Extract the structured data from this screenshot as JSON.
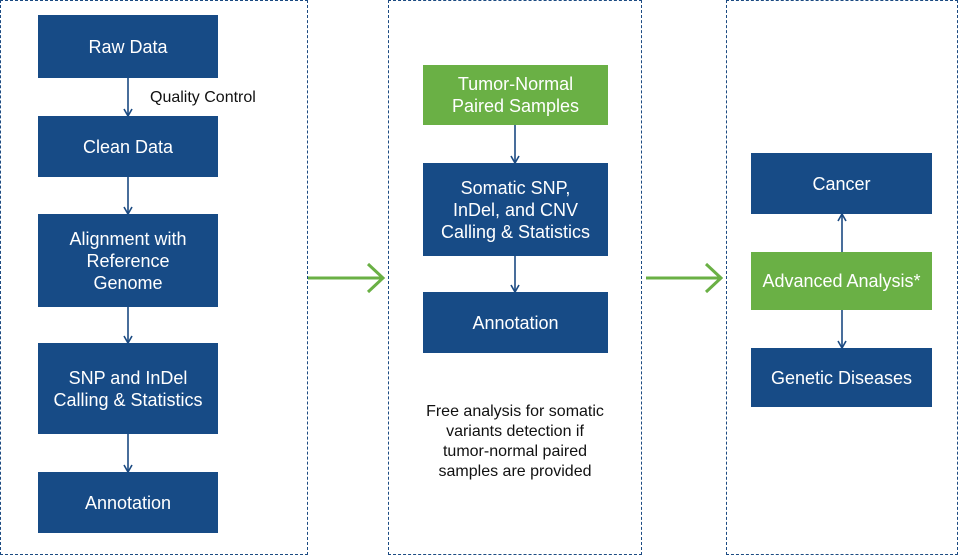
{
  "panel1": {
    "raw_data": "Raw Data",
    "quality_control": "Quality Control",
    "clean_data": "Clean Data",
    "alignment": "Alignment with\nReference\nGenome",
    "snp_indel": "SNP and InDel\nCalling & Statistics",
    "annotation": "Annotation"
  },
  "panel2": {
    "tumor_normal": "Tumor-Normal\nPaired Samples",
    "somatic": "Somatic SNP,\nInDel, and CNV\nCalling & Statistics",
    "annotation": "Annotation",
    "note": "Free analysis for somatic\nvariants detection if\ntumor-normal paired\nsamples are provided"
  },
  "panel3": {
    "cancer": "Cancer",
    "advanced": "Advanced Analysis*",
    "genetic": "Genetic Diseases"
  },
  "colors": {
    "box_blue": "#174b86",
    "box_green": "#6ab045",
    "panel_border": "#1b4a82",
    "arrow_blue": "#1b4a82",
    "arrow_green": "#6ab045"
  }
}
